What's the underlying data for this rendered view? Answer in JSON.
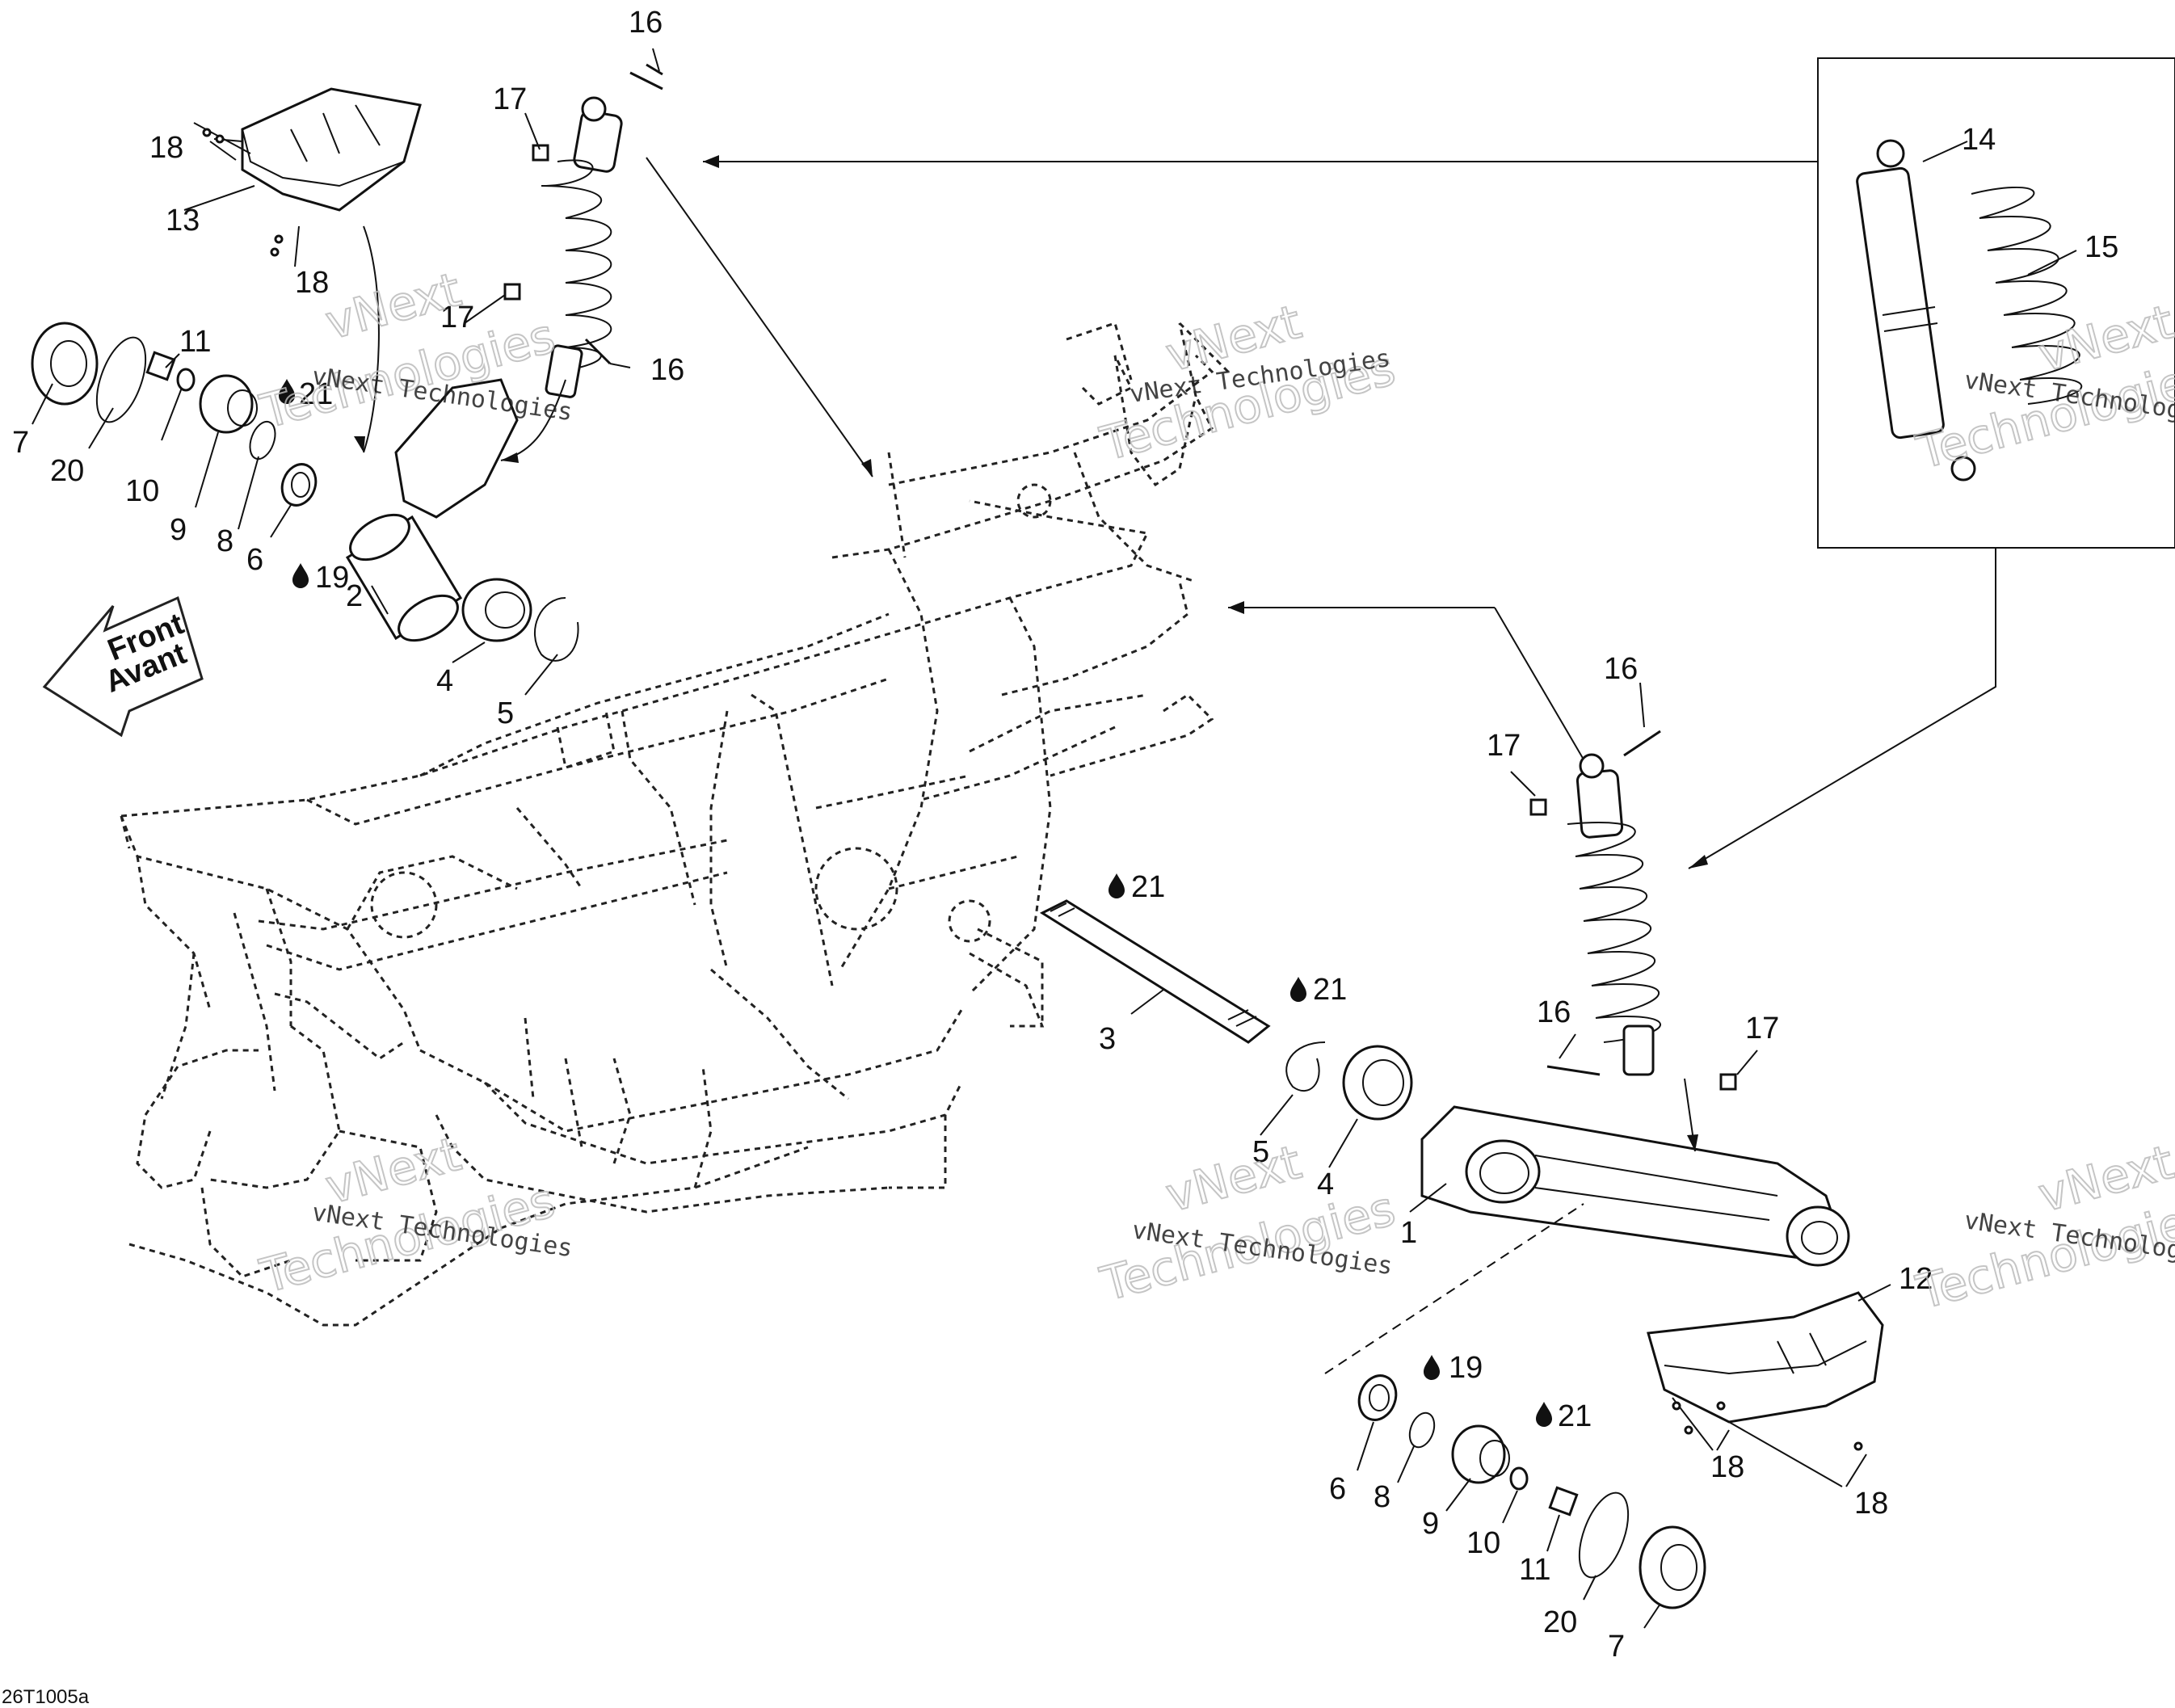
{
  "diagram": {
    "reference_code": "26T1005a",
    "front_arrow": {
      "line1": "Front",
      "line2": "Avant"
    },
    "watermark": {
      "line1": "vNext",
      "line2": "Technologies",
      "full": "vNext Technologies"
    },
    "callouts": {
      "c1": "1",
      "c2": "2",
      "c3": "3",
      "c4": "4",
      "c5": "5",
      "c6": "6",
      "c7": "7",
      "c8": "8",
      "c9": "9",
      "c10": "10",
      "c11": "11",
      "c12": "12",
      "c13": "13",
      "c14": "14",
      "c15": "15",
      "c16": "16",
      "c17": "17",
      "c18": "18",
      "c19": "19",
      "c20": "20",
      "c21": "21"
    }
  }
}
